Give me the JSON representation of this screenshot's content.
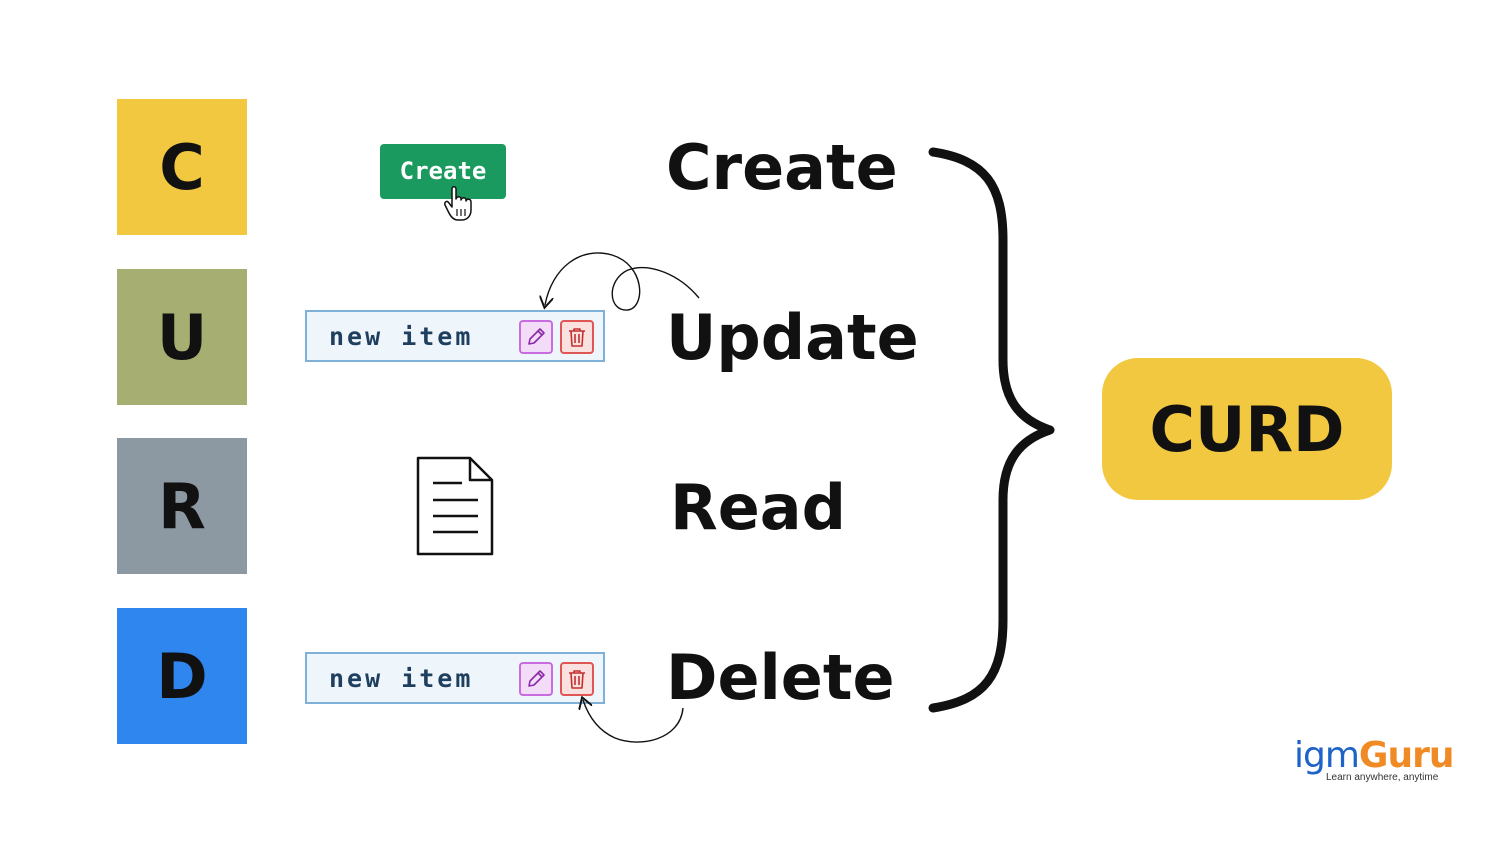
{
  "rows": [
    {
      "letter": "C",
      "word": "Create",
      "color": "#f2c840"
    },
    {
      "letter": "U",
      "word": "Update",
      "color": "#a6ae72"
    },
    {
      "letter": "R",
      "word": "Read",
      "color": "#8c98a2"
    },
    {
      "letter": "D",
      "word": "Delete",
      "color": "#2e86ee"
    }
  ],
  "create_button_label": "Create",
  "item_row_text": "new item",
  "curd_label": "CURD",
  "icons": {
    "cursor": "hand-pointer-icon",
    "edit": "pencil-icon",
    "delete": "trash-icon",
    "document": "document-icon",
    "brace": "curly-brace"
  },
  "logo": {
    "brand_part1": "igm",
    "brand_part2": "Guru",
    "tagline": "Learn anywhere, anytime",
    "color_primary": "#1e63c8",
    "color_accent": "#f08a24"
  }
}
